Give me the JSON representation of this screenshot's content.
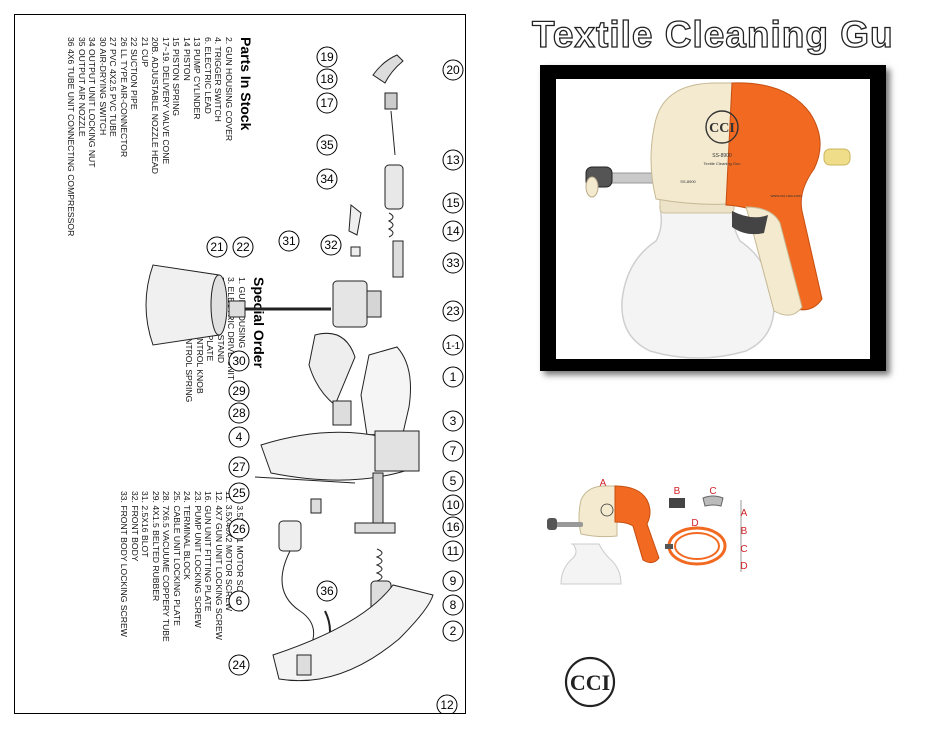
{
  "brochure": {
    "title": "Textile Cleaning Gu"
  },
  "parts_in_stock": {
    "heading": "Parts In Stock",
    "items": [
      "2. GUN HOUSING COVER",
      "4. TRIGGER SWITCH",
      "6. ELECTRIC LEAD",
      "13 PUMP CYLINDER",
      "14 PISTON",
      "15 PISTON SPRING",
      "17~19. DELIVERY VALVE CONE",
      "20B. ADJUSTABLE NOZZLE HEAD",
      "21 CUP",
      "22 SUCTION PIPE",
      "26 LL TYPE AIR-CONNECTOR",
      "27 PVC 4x2.5 PVC TUBE",
      "30 AIR-DRYING SWITCH",
      "34 OUTPUT UNIT LOCKING NUT",
      "35 OUTPUT AIR NOZZLE",
      "36 4x6 TUBE UNIT CONNECTING COMPRESSOR"
    ]
  },
  "special_order": {
    "heading": "Special Order",
    "items": [
      "1. GUN HOUSING",
      "3. ELECTRIC DRIVE UNIT",
      "5. VIBRATING STAND",
      "7. VIBRATING PLATE",
      "8. VOLUME CONTROL KNOB",
      "9. VOLUME CONTROL SPRING"
    ]
  },
  "more_parts": {
    "items": [
      "10. 3.5x32x1 MOTOR SCREW",
      "11. 3.5x40x2 MOTOR SCREW",
      "12. 4x7 GUN UNIT LOCKING SCREW",
      "16. GUN UNIT FITTING PLATE",
      "23. PUMP UNIT LOCKING SCREW",
      "24. TERMINAL BLOCK",
      "25. CABLE UNIT LOCKING PLATE",
      "28. 7x6.5 VACUUME COPPERY TUBE",
      "29. 4x1.5 BELTED RUBBER",
      "31. 2.5x16 BLOT",
      "32. FRONT BODY",
      "33. FRONT BODY LOCKING SCREW"
    ]
  },
  "diagram_callouts": [
    "20",
    "19",
    "18",
    "17",
    "35",
    "34",
    "13",
    "15",
    "14",
    "33",
    "32",
    "31",
    "22",
    "21",
    "23",
    "1-1",
    "1",
    "3",
    "7",
    "5",
    "10",
    "16",
    "11",
    "9",
    "8",
    "2",
    "12",
    "30",
    "29",
    "28",
    "4",
    "27",
    "25",
    "26",
    "6",
    "36",
    "24"
  ],
  "product_photo": {
    "logo_text": "CCI",
    "model_label": "SS-8900",
    "body_label": "Textile Cleaning Gun",
    "housing_label": "SS-8900",
    "web_label": "www.cci-usa.com"
  },
  "accessories": {
    "callouts": [
      "A",
      "B",
      "C",
      "D"
    ],
    "legend": [
      "A",
      "B",
      "C",
      "D"
    ]
  },
  "footer_logo": {
    "text": "CCI"
  },
  "colors": {
    "orange": "#f26a21",
    "cream": "#f3ead0",
    "bottle": "#f4f4f4",
    "callout_red": "#d2232a"
  }
}
